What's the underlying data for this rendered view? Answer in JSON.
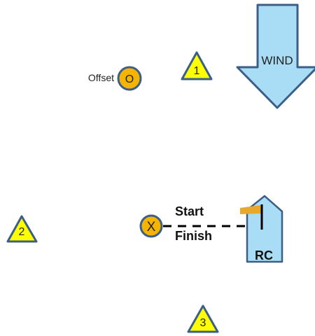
{
  "wind": {
    "label": "WIND",
    "fill_color": "#a9dcf5",
    "stroke_color": "#3b5f86"
  },
  "offset_mark": {
    "caption": "Offset",
    "symbol": "O",
    "fill_color": "#f5b400",
    "stroke_color": "#3b5f86"
  },
  "marks": [
    {
      "label": "1",
      "fill_color": "#ffff00",
      "stroke_color": "#3b5f86"
    },
    {
      "label": "2",
      "fill_color": "#ffff00",
      "stroke_color": "#3b5f86"
    },
    {
      "label": "3",
      "fill_color": "#ffff00",
      "stroke_color": "#3b5f86"
    }
  ],
  "pin_end": {
    "symbol": "X",
    "fill_color": "#f5b400",
    "stroke_color": "#3b5f86"
  },
  "start_finish": {
    "start_label": "Start",
    "finish_label": "Finish",
    "line_color": "#000000"
  },
  "committee_boat": {
    "label": "RC",
    "fill_color": "#a9dcf5",
    "stroke_color": "#3b5f86",
    "flag_color": "#e8a92a"
  }
}
